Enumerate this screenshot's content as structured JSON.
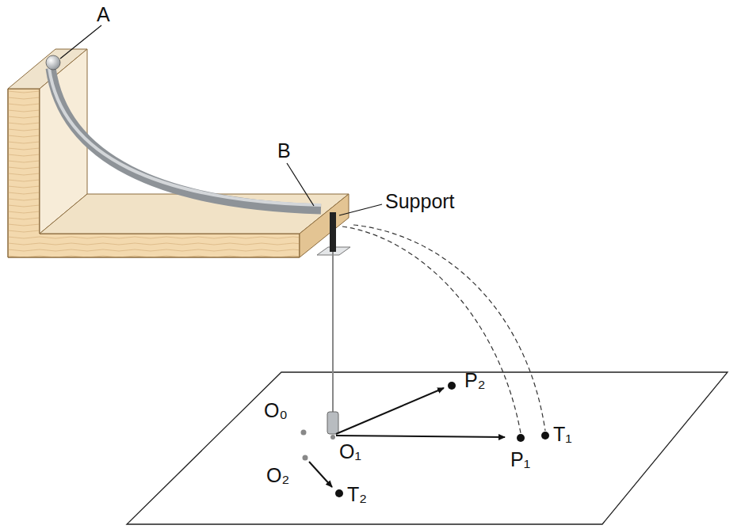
{
  "diagram": {
    "labels": [
      "A",
      "B",
      "Support",
      "O₀",
      "O₁",
      "O₂",
      "P₂",
      "P₁",
      "T₁",
      "T₂"
    ]
  }
}
